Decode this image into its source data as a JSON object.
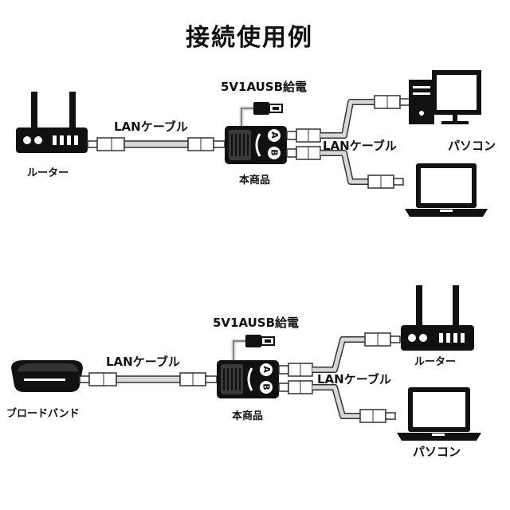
{
  "title": "接続使用例",
  "colors": {
    "device": "#111111",
    "cable": "#d8d8d8",
    "cable_outline": "#333333",
    "background": "#ffffff"
  },
  "scenes": [
    {
      "power_label": "5V1AUSB給電",
      "input_cable_label": "LANケーブル",
      "output_cable_label": "LANケーブル",
      "product_label": "本商品",
      "source_label": "ルーター",
      "source_icon": "router-icon",
      "target_top_label": "パソコン",
      "target_top_icon": "desktop-pc-icon",
      "target_bottom_icon": "laptop-icon",
      "port_a": "A",
      "port_b": "B"
    },
    {
      "power_label": "5V1AUSB給電",
      "input_cable_label": "LANケーブル",
      "output_cable_label": "LANケーブル",
      "product_label": "本商品",
      "source_label": "ブロードバンド",
      "source_icon": "broadband-modem-icon",
      "target_top_label": "ルーター",
      "target_top_icon": "router-icon",
      "target_bottom_label": "パソコン",
      "target_bottom_icon": "laptop-icon",
      "port_a": "A",
      "port_b": "B"
    }
  ]
}
